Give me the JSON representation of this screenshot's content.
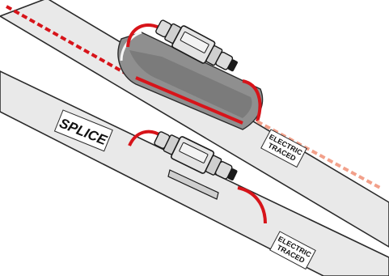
{
  "labels": {
    "splice": "SPLICE",
    "electric_traced_upper": [
      "ELECTRIC",
      "TRACED"
    ],
    "electric_traced_lower": [
      "ELECTRIC",
      "TRACED"
    ]
  },
  "colors": {
    "background": "#ffffff",
    "pipe_fill": "#e9e9e9",
    "pipe_outline": "#2a2a2a",
    "trace_cable": "#d7141a",
    "trace_cable_hidden": "#f2a08a",
    "connector_body": "#dcdcdc",
    "pipe_interior": "#8f8f8f"
  },
  "icons": {
    "connector": "heat-trace-splice-connector-icon"
  }
}
